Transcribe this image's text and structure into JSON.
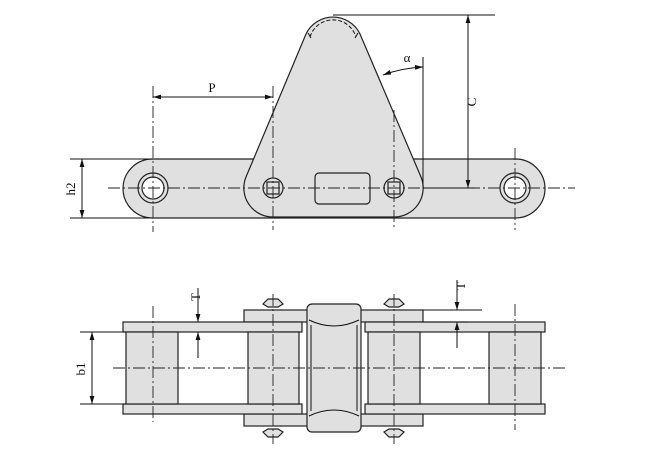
{
  "labels": {
    "pitch": "P",
    "angle": "α",
    "height_c": "C",
    "plate_height": "h2",
    "thickness_left": "T",
    "thickness_right": "T",
    "inner_width": "b1"
  },
  "colors": {
    "part_fill": "#e0e0e0",
    "outline": "#222222"
  }
}
